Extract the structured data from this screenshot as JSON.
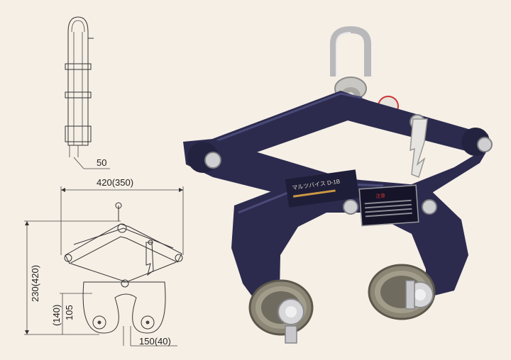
{
  "drawing": {
    "side_view": {
      "plate_thickness_label": "50"
    },
    "front_view": {
      "width_label": "420(350)",
      "height_label": "230(420)",
      "jaw_depth_label": "105",
      "jaw_depth_alt_label": "(140)",
      "jaw_opening_label": "150(40)"
    }
  },
  "photo": {
    "nameplate_text": "マルツバイス D-1B",
    "warning_plate_text": "注意",
    "colors": {
      "body": "#2c2b4e",
      "body_highlight": "#4a4a78",
      "shackle": "#b9b9bc",
      "gear": "#8a8574",
      "background": "#f6efe6"
    }
  }
}
